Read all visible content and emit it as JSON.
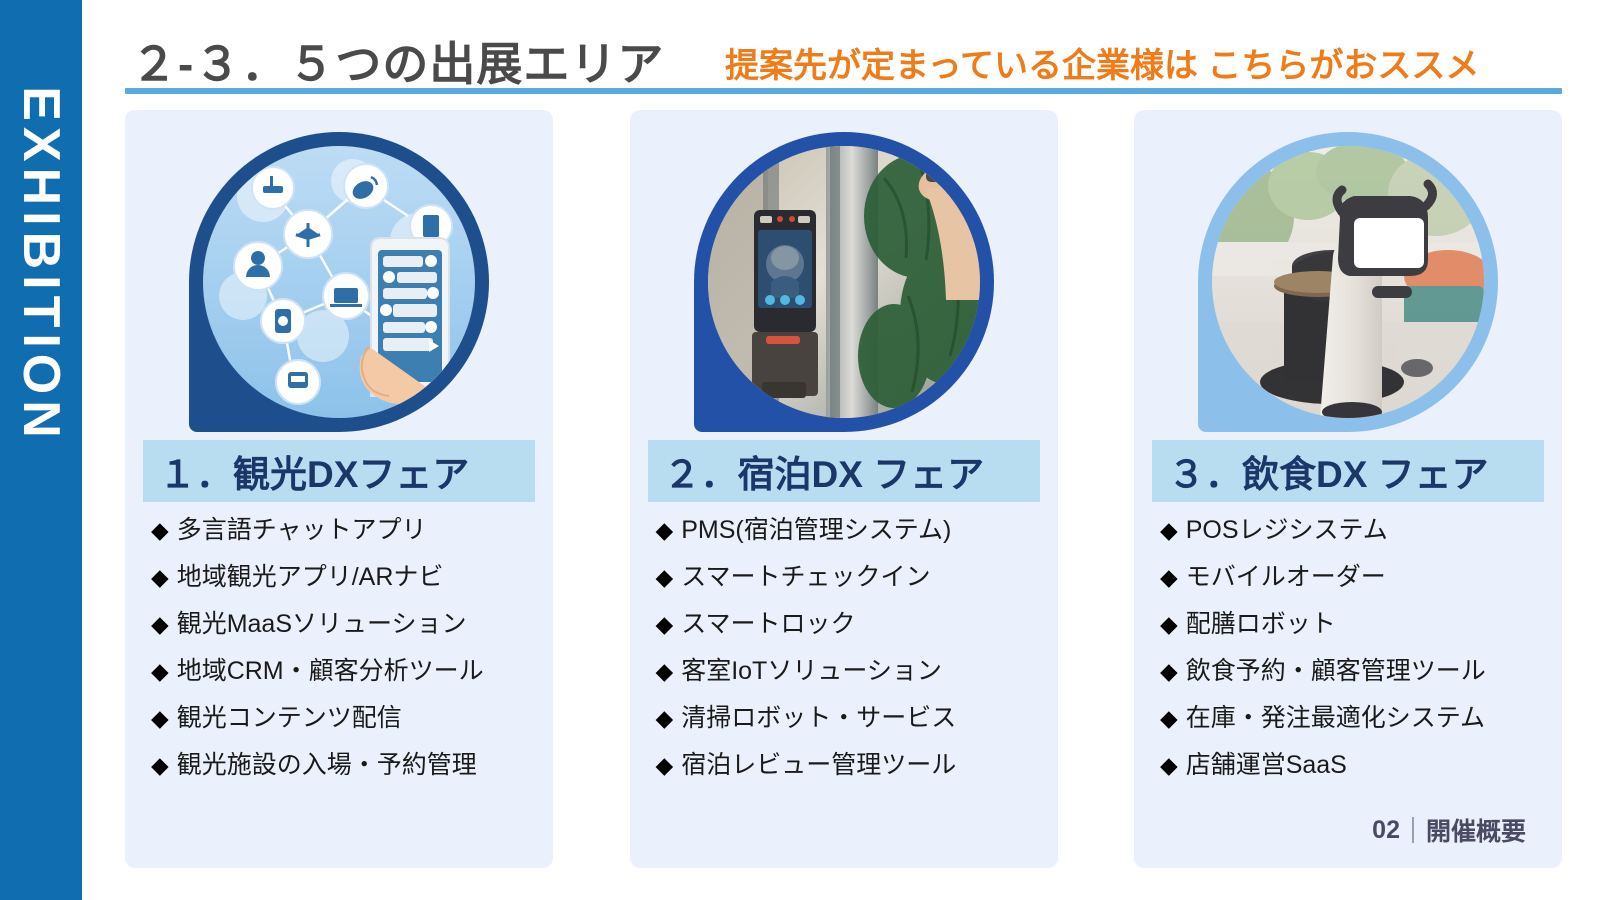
{
  "sidebar": {
    "label": "EXHIBITION",
    "color": "#106db0"
  },
  "header": {
    "title": "２-３．５つの出展エリア",
    "subtitle": "提案先が定まっている企業様は こちらがおススメ",
    "subtitle_color": "#ef7c18",
    "rule_color": "#5aabdd"
  },
  "cards": [
    {
      "title": "１．観光DXフェア",
      "ring_color": "#1e4f8c",
      "image": "tourism-dx-network-illustration",
      "bullet_mark": "◆",
      "items": [
        "多言語チャットアプリ",
        "地域観光アプリ/ARナビ",
        "観光MaaSソリューション",
        "地域CRM・顧客分析ツール",
        "観光コンテンツ配信",
        "観光施設の入場・予約管理"
      ]
    },
    {
      "title": "２．宿泊DX フェア",
      "ring_color": "#2451a8",
      "image": "face-recognition-checkin-terminal-photo",
      "bullet_mark": "◆",
      "items": [
        "PMS(宿泊管理システム)",
        "スマートチェックイン",
        "スマートロック",
        "客室IoTソリューション",
        "清掃ロボット・サービス",
        "宿泊レビュー管理ツール"
      ]
    },
    {
      "title": "３．飲食DX フェア",
      "ring_color": "#8cc0ea",
      "image": "restaurant-serving-robot-photo",
      "bullet_mark": "◆",
      "items": [
        "POSレジシステム",
        "モバイルオーダー",
        "配膳ロボット",
        "飲食予約・顧客管理ツール",
        "在庫・発注最適化システム",
        "店舗運営SaaS"
      ]
    }
  ],
  "footer": {
    "number": "02",
    "label": "開催概要"
  }
}
